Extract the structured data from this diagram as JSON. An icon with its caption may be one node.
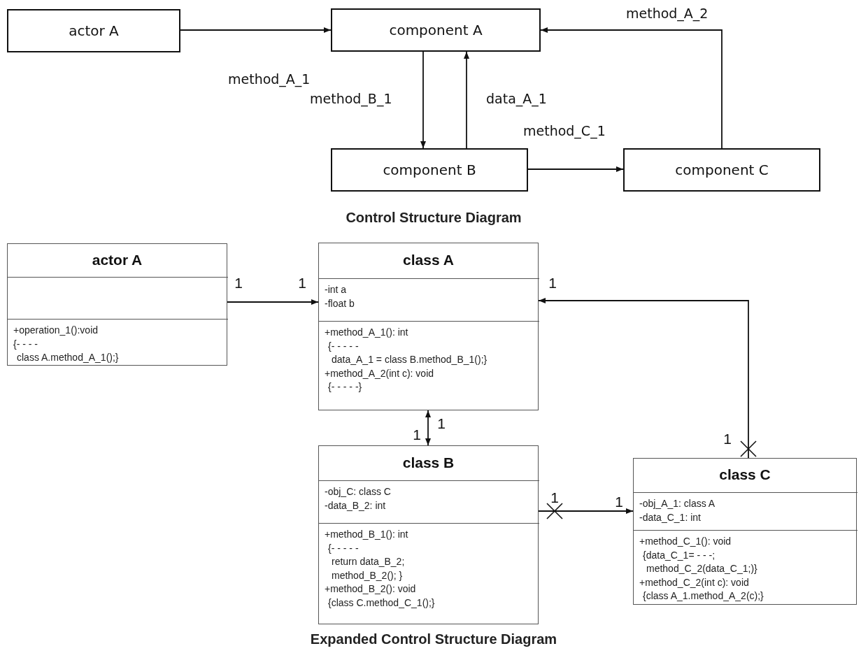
{
  "diagram": {
    "caption": "Expanded Control Structure Diagram",
    "nodes": [
      {
        "text": [
          "actor A"
        ]
      },
      {
        "text": [
          "component A"
        ]
      },
      {
        "text": [
          "component B"
        ]
      },
      {
        "text": [
          "component C"
        ]
      },
      {
        "text": [
          "actor A"
        ]
      },
      {
        "text": [],
        "shape": "box",
        "in": 4
      },
      {
        "text": [
          "+operation_1():void",
          "{- - - -",
          "class A.method_A_1();}"
        ],
        "in": 4
      },
      {
        "text": [
          "class A"
        ]
      },
      {
        "text": [
          "-int a",
          "-float b"
        ],
        "in": 7
      },
      {
        "text": [
          "+method_A_1(): int",
          "{- - - - -",
          "data_A_1 = class B.method_B_1();}",
          "+method_A_2(int c): void",
          "{- - - - -}"
        ],
        "in": 7
      },
      {
        "text": [
          "class B"
        ]
      },
      {
        "text": [
          "-obj_C: class C",
          "-data_B_2: int"
        ],
        "in": 10
      },
      {
        "text": [
          "+method_B_1(): int",
          "{- - - - -",
          "return data_B_2;",
          "method_B_2(); }",
          "+method_B_2(): void",
          "{class C.method_C_1();}"
        ],
        "in": 10
      },
      {
        "text": [
          "class C"
        ]
      },
      {
        "text": [
          "-obj_A_1: class A",
          "-data_C_1: int"
        ],
        "in": 13
      },
      {
        "text": [
          "+method_C_1(): void",
          "{data_C_1= - - -;",
          "method_C_2(data_C_1;)}",
          "+method_C_2(int c): void",
          "{class A_1.method_A_2(c);}"
        ],
        "in": 13
      }
    ],
    "edges": [
      {
        "from": 0,
        "to": 1,
        "arrow": "to",
        "label": "method_A_1"
      },
      {
        "from": 1,
        "to": 2,
        "arrow": "to",
        "label": "method_B_1"
      },
      {
        "from": 2,
        "to": 1,
        "arrow": "to",
        "label": "data_A_1"
      },
      {
        "from": 2,
        "to": 3,
        "arrow": "to",
        "label": "method_C_1"
      },
      {
        "from": 3,
        "to": 1,
        "arrow": "to",
        "label": "method_A_2"
      },
      {
        "from": 4,
        "to": 7,
        "arrow": "to"
      },
      {
        "from": 7,
        "to": 10,
        "arrow": "both"
      },
      {
        "from": 13,
        "to": 7,
        "arrow": "to"
      },
      {
        "from": 10,
        "to": 13,
        "arrow": "to"
      }
    ],
    "labels": [
      "Control Structure Diagram",
      "1",
      "1",
      "1",
      "1",
      "1",
      "1",
      "1",
      "1"
    ]
  }
}
